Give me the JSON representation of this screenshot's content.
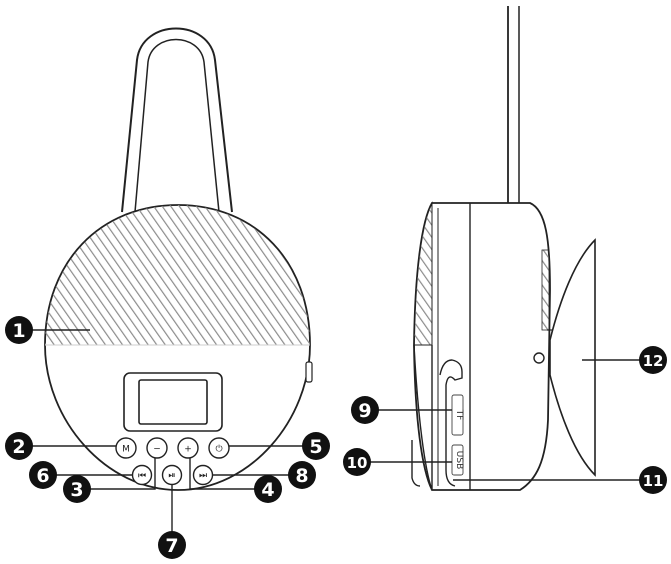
{
  "callouts": [
    {
      "id": "c1",
      "label": "1"
    },
    {
      "id": "c2",
      "label": "2"
    },
    {
      "id": "c3",
      "label": "3"
    },
    {
      "id": "c4",
      "label": "4"
    },
    {
      "id": "c5",
      "label": "5"
    },
    {
      "id": "c6",
      "label": "6"
    },
    {
      "id": "c7",
      "label": "7"
    },
    {
      "id": "c8",
      "label": "8"
    },
    {
      "id": "c9",
      "label": "9"
    },
    {
      "id": "c10",
      "label": "10"
    },
    {
      "id": "c11",
      "label": "11"
    },
    {
      "id": "c12",
      "label": "12"
    }
  ],
  "ports": {
    "tf_label": "TF",
    "usb_label": "USB"
  },
  "buttons": {
    "mode_glyph": "M",
    "minus_glyph": "−",
    "plus_glyph": "+",
    "power_glyph": "⏻",
    "prev_glyph": "⏮",
    "play_glyph": "⏯",
    "next_glyph": "⏭"
  },
  "colors": {
    "line": "#222222",
    "callout_fill": "#111111",
    "hatch": "#9a9a9a"
  }
}
